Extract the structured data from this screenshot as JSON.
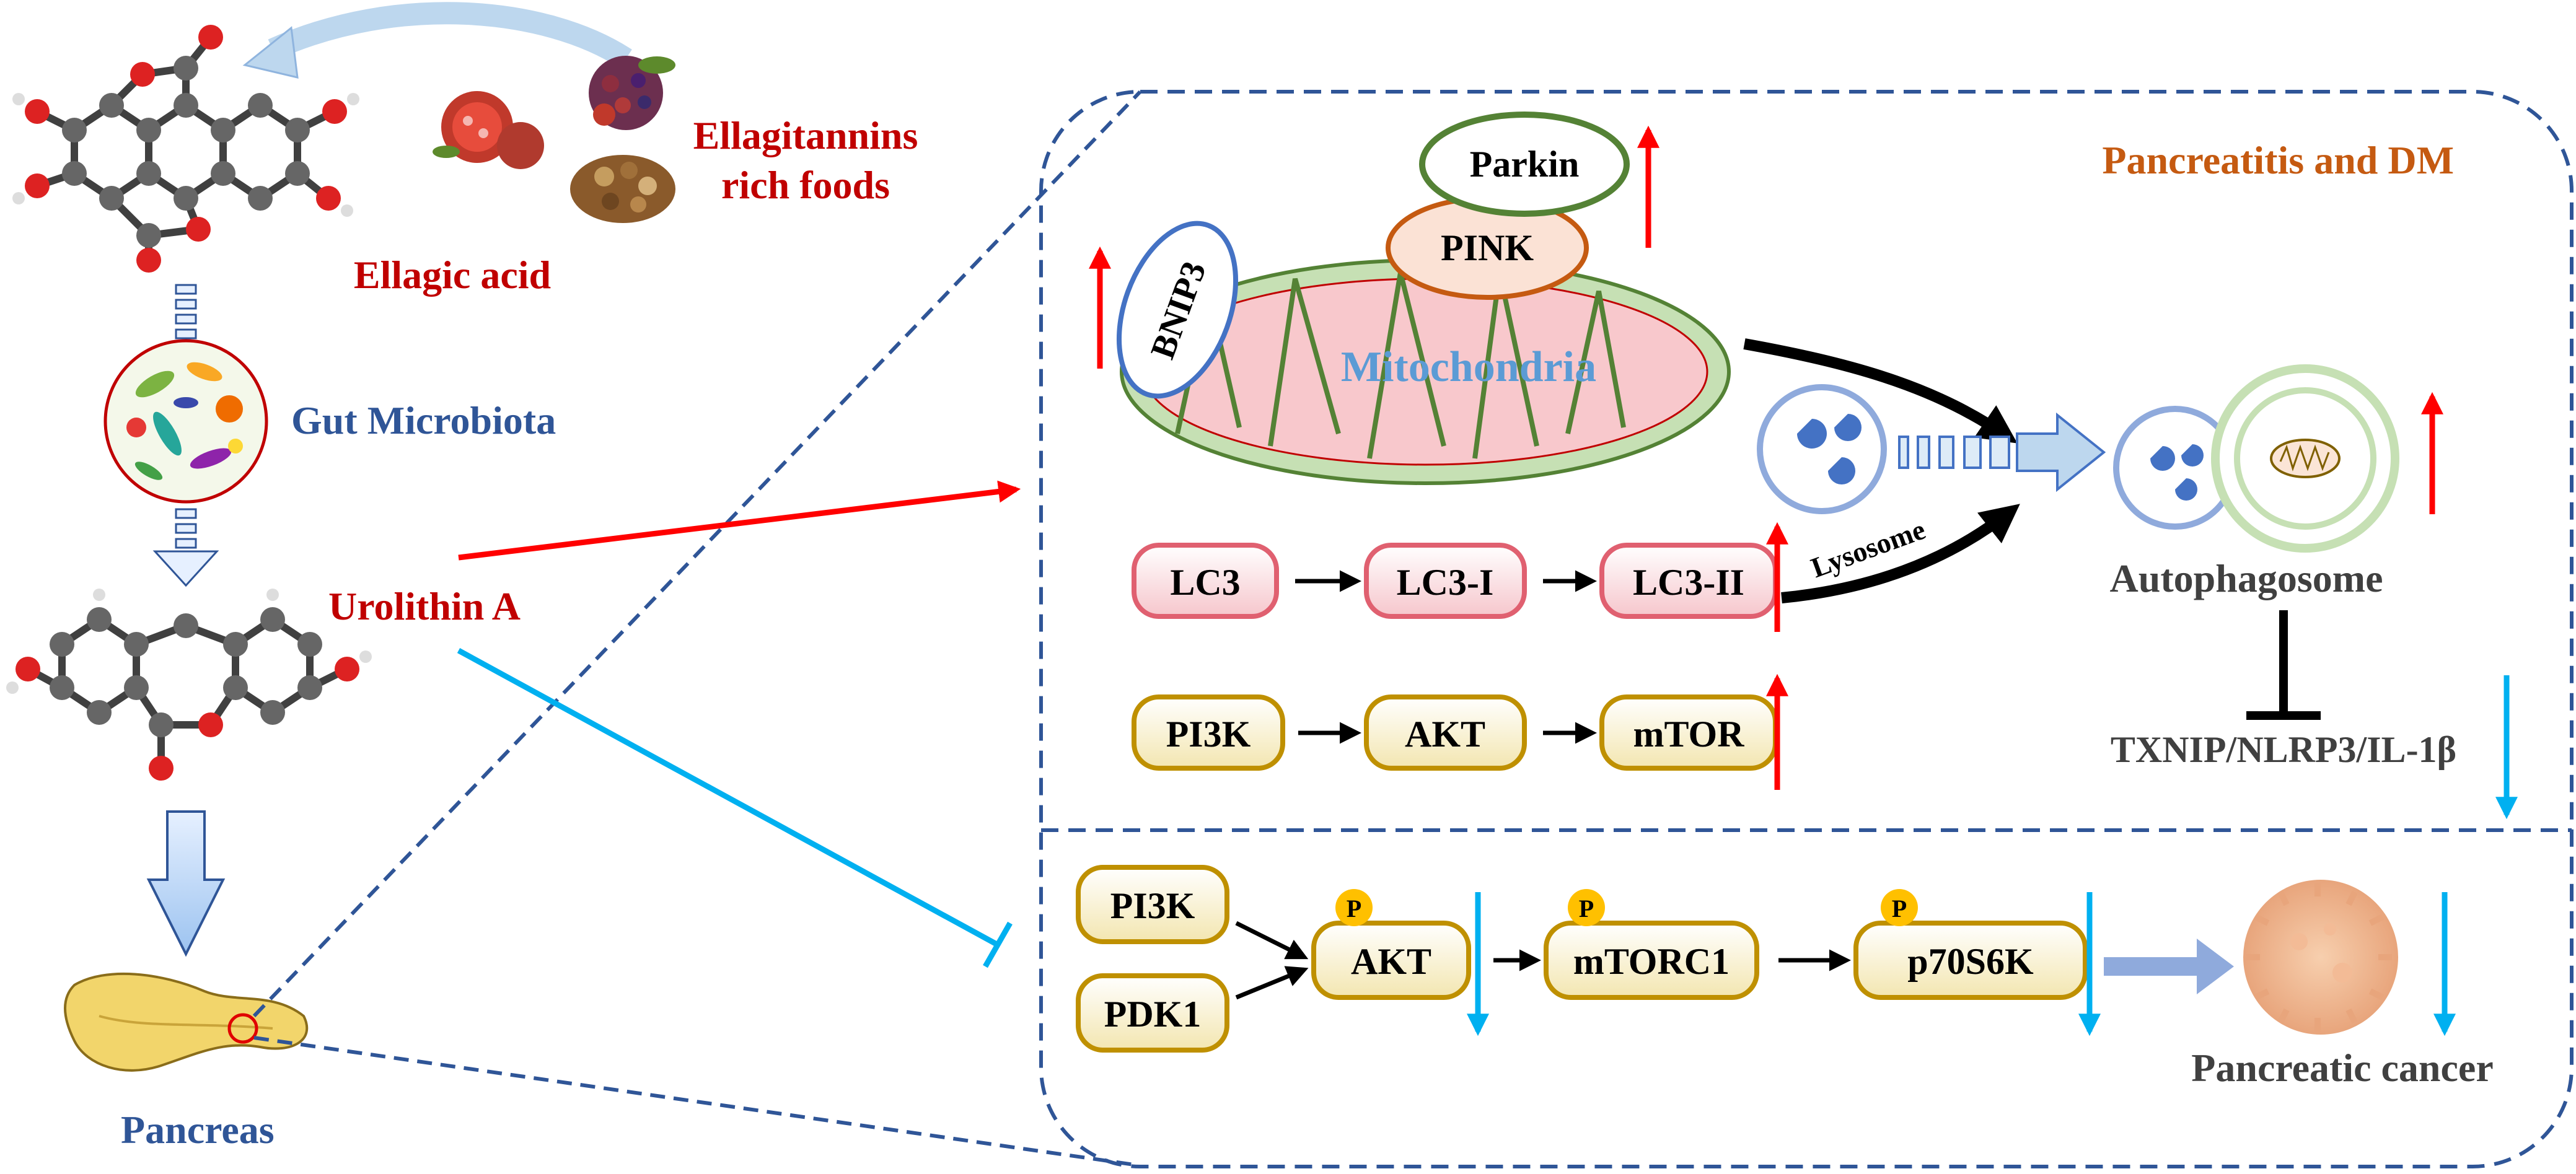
{
  "left_panel": {
    "source_foods": "Ellagitannins",
    "source_foods_line2": "rich foods",
    "ellagic_acid": "Ellagic acid",
    "gut_microbiota": "Gut Microbiota",
    "urolithin_a": "Urolithin A",
    "pancreas": "Pancreas"
  },
  "top_panel": {
    "title": "Pancreatitis  and DM",
    "parkin": "Parkin",
    "pink": "PINK",
    "bnip3": "BNIP3",
    "mitochondria": "Mitochondria",
    "lysosome": "Lysosome",
    "autophagosome": "Autophagosome",
    "lc3": "LC3",
    "lc3_i": "LC3-I",
    "lc3_ii": "LC3-II",
    "pi3k": "PI3K",
    "akt": "AKT",
    "mtor": "mTOR",
    "inflammasome": "TXNIP/NLRP3/IL-1β"
  },
  "bottom_panel": {
    "pi3k": "PI3K",
    "pdk1": "PDK1",
    "akt": "AKT",
    "mtorc1": "mTORC1",
    "p70s6k": "p70S6K",
    "phospho": "P",
    "pancreatic_cancer": "Pancreatic cancer"
  },
  "colors": {
    "red_text": "#c00000",
    "blue_text": "#2f5597",
    "orange_title": "#c55a11",
    "up_arrow": "#ff0000",
    "down_arrow": "#00b0f0",
    "dash_box": "#2f5597",
    "gold_box": "#bf9000",
    "pink_box": "#e06070"
  }
}
